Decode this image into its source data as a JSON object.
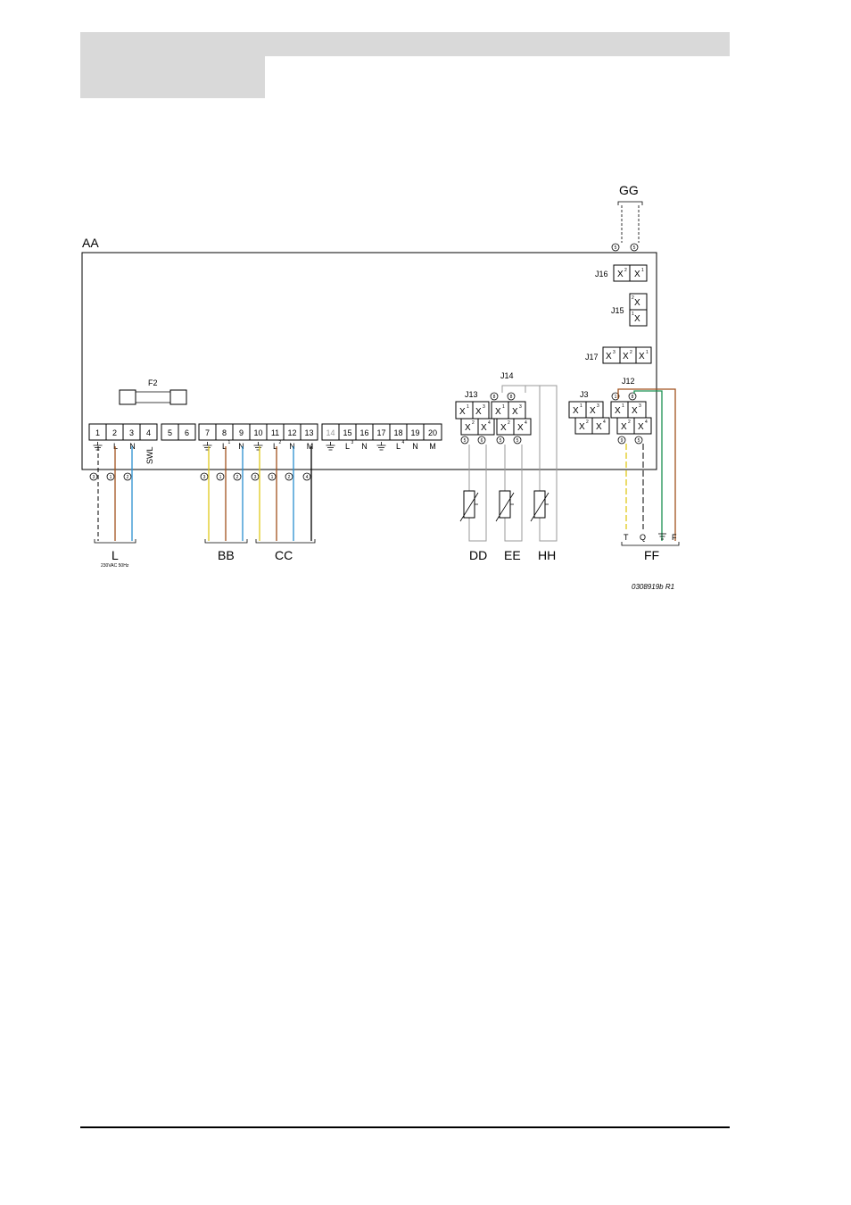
{
  "labels": {
    "board": "AA",
    "fuse": "F2",
    "drawing_ref": "0308919b R1",
    "power_note": "230VAC 50Hz",
    "swl": "SWL"
  },
  "groups": {
    "l": "L",
    "bb": "BB",
    "cc": "CC",
    "dd": "DD",
    "ee": "EE",
    "hh": "HH",
    "ff": "FF",
    "gg": "GG"
  },
  "connectors": {
    "j16": "J16",
    "j15": "J15",
    "j17": "J17",
    "j14": "J14",
    "j13": "J13",
    "j3": "J3",
    "j12": "J12"
  },
  "terminals": [
    "1",
    "2",
    "3",
    "4",
    "5",
    "6",
    "7",
    "8",
    "9",
    "10",
    "11",
    "12",
    "13",
    "14",
    "15",
    "16",
    "17",
    "18",
    "19",
    "20"
  ],
  "ff_pins": [
    "T",
    "Q",
    "F"
  ],
  "colors": {
    "brown": "#a0521d",
    "blue": "#2a8fd0",
    "yellow": "#e0c81a",
    "green": "#1a8f50",
    "black": "#000000",
    "gray": "#9a9a9a",
    "header_gray": "#d9d9d9"
  }
}
